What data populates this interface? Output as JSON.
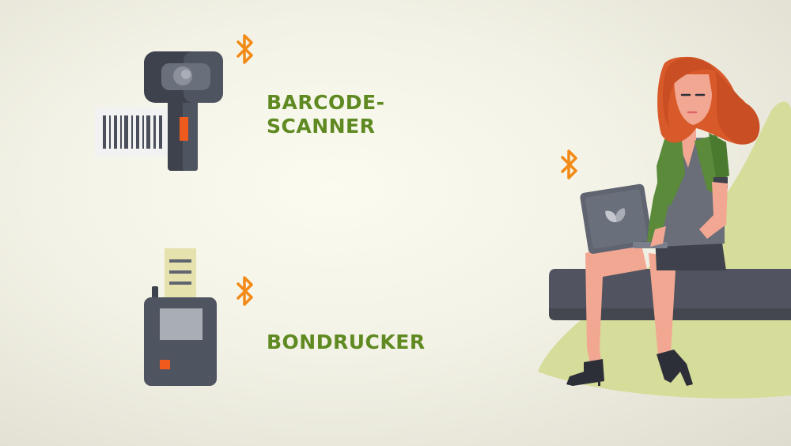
{
  "devices": {
    "scanner": {
      "label_line1": "BARCODE-",
      "label_line2": "SCANNER",
      "icon": "barcode-scanner-icon",
      "connection": "bluetooth-icon"
    },
    "printer": {
      "label": "BONDRUCKER",
      "icon": "receipt-printer-icon",
      "connection": "bluetooth-icon"
    }
  },
  "person": {
    "illustration": "woman-with-laptop",
    "connection": "bluetooth-icon",
    "laptop_logo": "leaf-logo-icon"
  },
  "colors": {
    "label_green": "#5f8a22",
    "bluetooth_orange": "#f28a17",
    "device_gray": "#4b4f5c",
    "accent_orange": "#f05a1c",
    "hill_green": "#d6dc99",
    "bench": "#515460"
  }
}
